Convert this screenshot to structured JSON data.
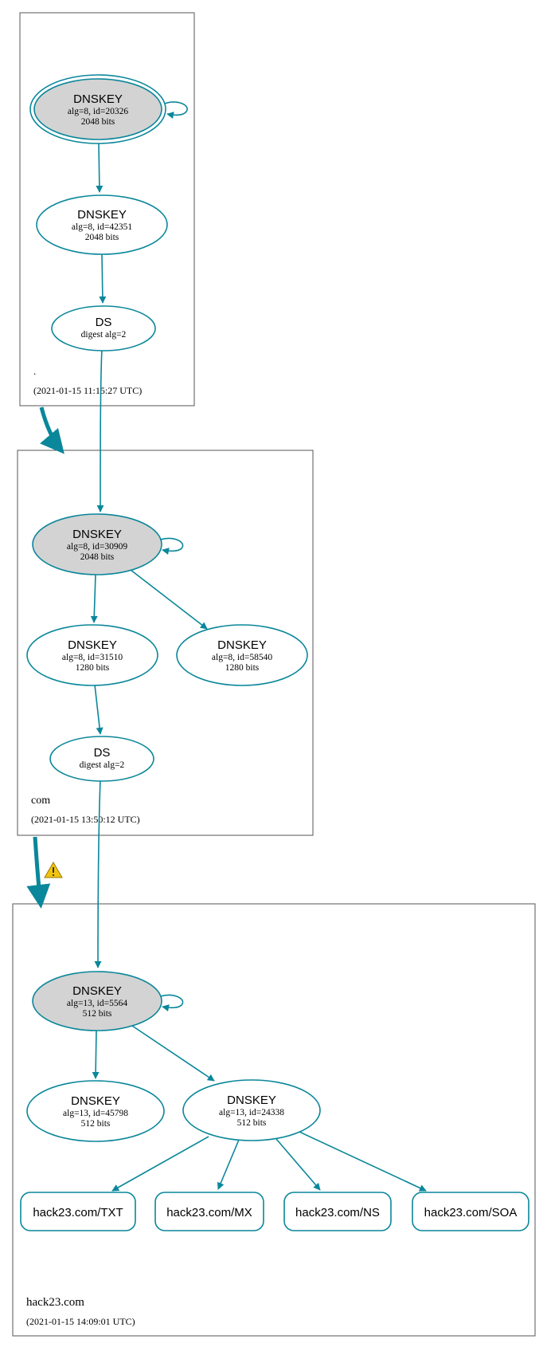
{
  "colors": {
    "edge": "#0a879a",
    "ksk_fill": "#d3d3d3",
    "node_fill": "#ffffff",
    "zone_border": "#555555",
    "warning": "#f2c40f"
  },
  "zones": {
    "root": {
      "name": ".",
      "timestamp": "(2021-01-15 11:15:27 UTC)"
    },
    "com": {
      "name": "com",
      "timestamp": "(2021-01-15 13:50:12 UTC)"
    },
    "hack23": {
      "name": "hack23.com",
      "timestamp": "(2021-01-15 14:09:01 UTC)"
    }
  },
  "nodes": {
    "root_ksk": {
      "title": "DNSKEY",
      "line1": "alg=8, id=20326",
      "line2": "2048 bits"
    },
    "root_zsk": {
      "title": "DNSKEY",
      "line1": "alg=8, id=42351",
      "line2": "2048 bits"
    },
    "root_ds": {
      "title": "DS",
      "line1": "digest alg=2"
    },
    "com_ksk": {
      "title": "DNSKEY",
      "line1": "alg=8, id=30909",
      "line2": "2048 bits"
    },
    "com_zsk1": {
      "title": "DNSKEY",
      "line1": "alg=8, id=31510",
      "line2": "1280 bits"
    },
    "com_zsk2": {
      "title": "DNSKEY",
      "line1": "alg=8, id=58540",
      "line2": "1280 bits"
    },
    "com_ds": {
      "title": "DS",
      "line1": "digest alg=2"
    },
    "h_ksk": {
      "title": "DNSKEY",
      "line1": "alg=13, id=5564",
      "line2": "512 bits"
    },
    "h_key2": {
      "title": "DNSKEY",
      "line1": "alg=13, id=45798",
      "line2": "512 bits"
    },
    "h_zsk": {
      "title": "DNSKEY",
      "line1": "alg=13, id=24338",
      "line2": "512 bits"
    }
  },
  "rrsets": {
    "txt": "hack23.com/TXT",
    "mx": "hack23.com/MX",
    "ns": "hack23.com/NS",
    "soa": "hack23.com/SOA"
  },
  "icons": {
    "delegation_warning": "warning-icon"
  }
}
